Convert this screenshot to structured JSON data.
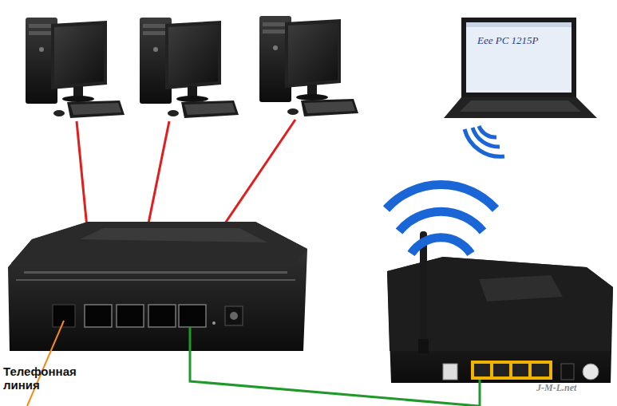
{
  "diagram": {
    "labels": [
      "Eee PC 1215P",
      "Телефонная линия",
      "J-M-L.net"
    ]
  }
}
